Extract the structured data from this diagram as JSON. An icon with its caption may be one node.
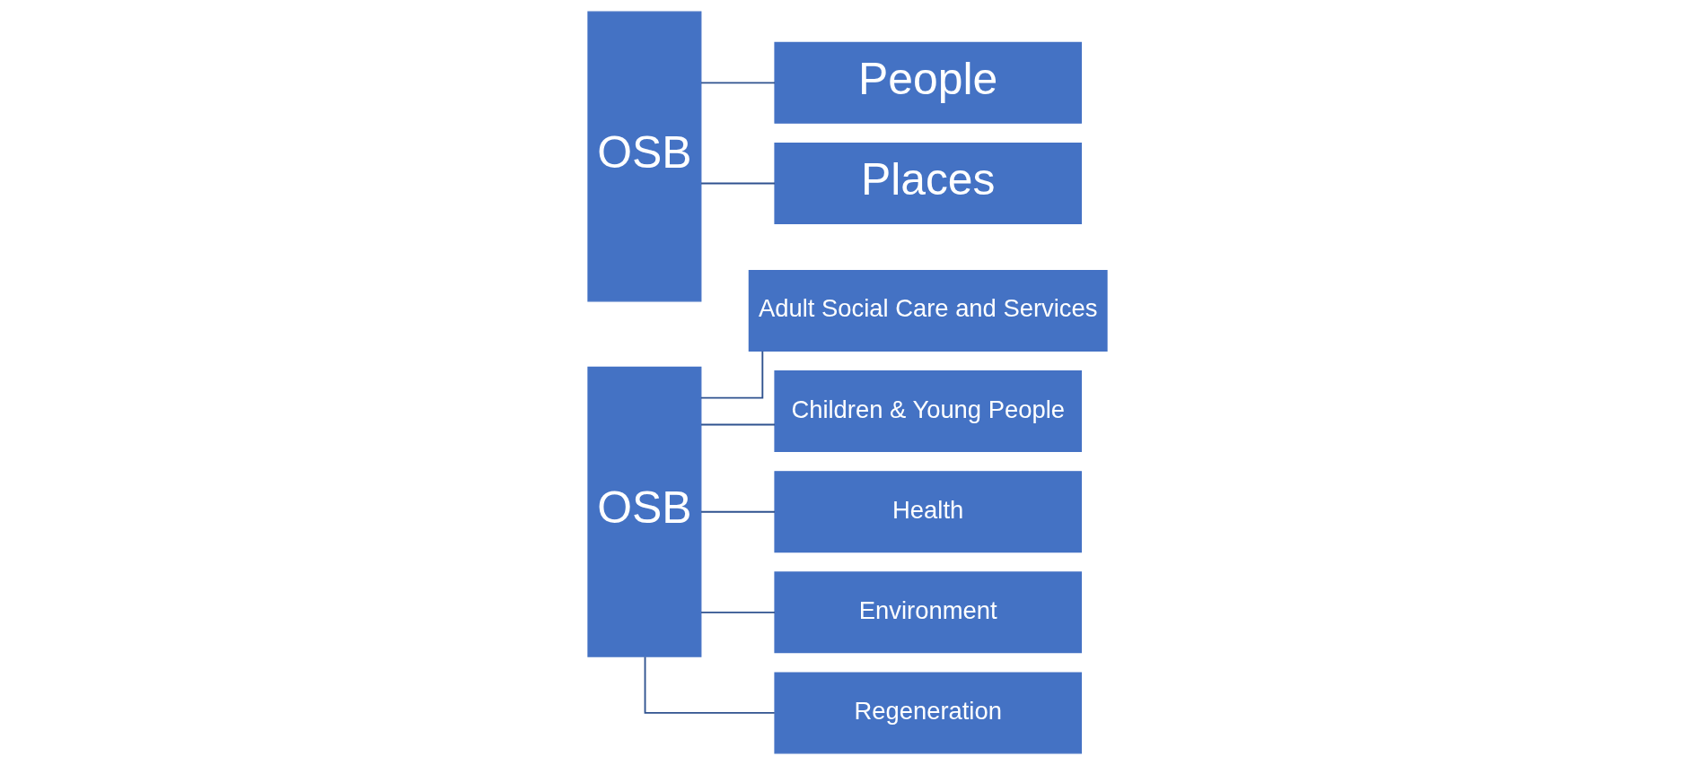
{
  "diagram": {
    "nodes": [
      {
        "text": [
          "OSB"
        ]
      },
      {
        "text": [
          "Adult Social Care and Services"
        ]
      },
      {
        "text": [
          "Children & Young People"
        ]
      },
      {
        "text": [
          "Health"
        ]
      },
      {
        "text": [
          "Environment"
        ]
      },
      {
        "text": [
          "Regeneration"
        ]
      },
      {
        "text": [
          "OSB"
        ]
      },
      {
        "text": [
          "People"
        ]
      },
      {
        "text": [
          "Places"
        ]
      }
    ],
    "edges": [
      {
        "from": 0,
        "to": 1,
        "arrow": "none"
      },
      {
        "from": 0,
        "to": 2,
        "arrow": "none"
      },
      {
        "from": 0,
        "to": 3,
        "arrow": "none"
      },
      {
        "from": 0,
        "to": 4,
        "arrow": "none"
      },
      {
        "from": 0,
        "to": 5,
        "arrow": "none"
      },
      {
        "from": 6,
        "to": 7,
        "arrow": "none"
      },
      {
        "from": 6,
        "to": 8,
        "arrow": "none"
      }
    ]
  }
}
